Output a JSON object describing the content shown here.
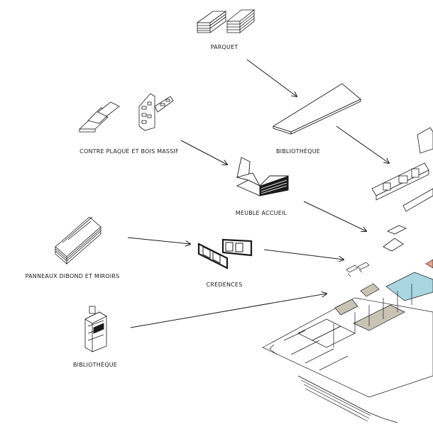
{
  "labels": {
    "parquet": "PARQUET",
    "contre_plaque": "CONTRE PLAQUÉ ET BOIS MASSIF",
    "bibliotheque_top": "BIBLIOTHÈQUE",
    "meuble_accueil": "MEUBLE ACCUEIL",
    "panneaux": "PANNEAUX DIBOND ET MIROIRS",
    "credences": "CRÉDENCES",
    "bibliotheque_bottom": "BIBLIOTHÈQUE"
  },
  "colors": {
    "line": "#1a1a1a",
    "pool": "#a9d6e0",
    "floor_wood": "#c9c3b4",
    "accent": "#e7a08a"
  }
}
